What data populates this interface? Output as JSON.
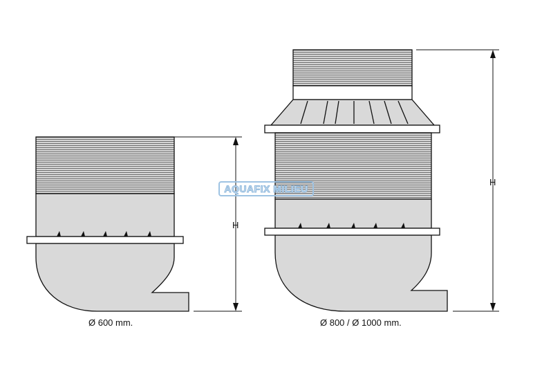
{
  "watermark": {
    "text": "AQUAFIX MILIEU"
  },
  "colors": {
    "body_fill": "#d9d9d9",
    "ribbed_fill": "#cfcfcf",
    "rib_line": "#7a7a7a",
    "outline": "#111111",
    "watermark_border": "#9ec3e3"
  },
  "units": [
    {
      "id": "small",
      "caption": "Ø 600 mm.",
      "height_label": "H"
    },
    {
      "id": "large",
      "caption": "Ø 800 / Ø 1000 mm.",
      "height_label": "H"
    }
  ]
}
